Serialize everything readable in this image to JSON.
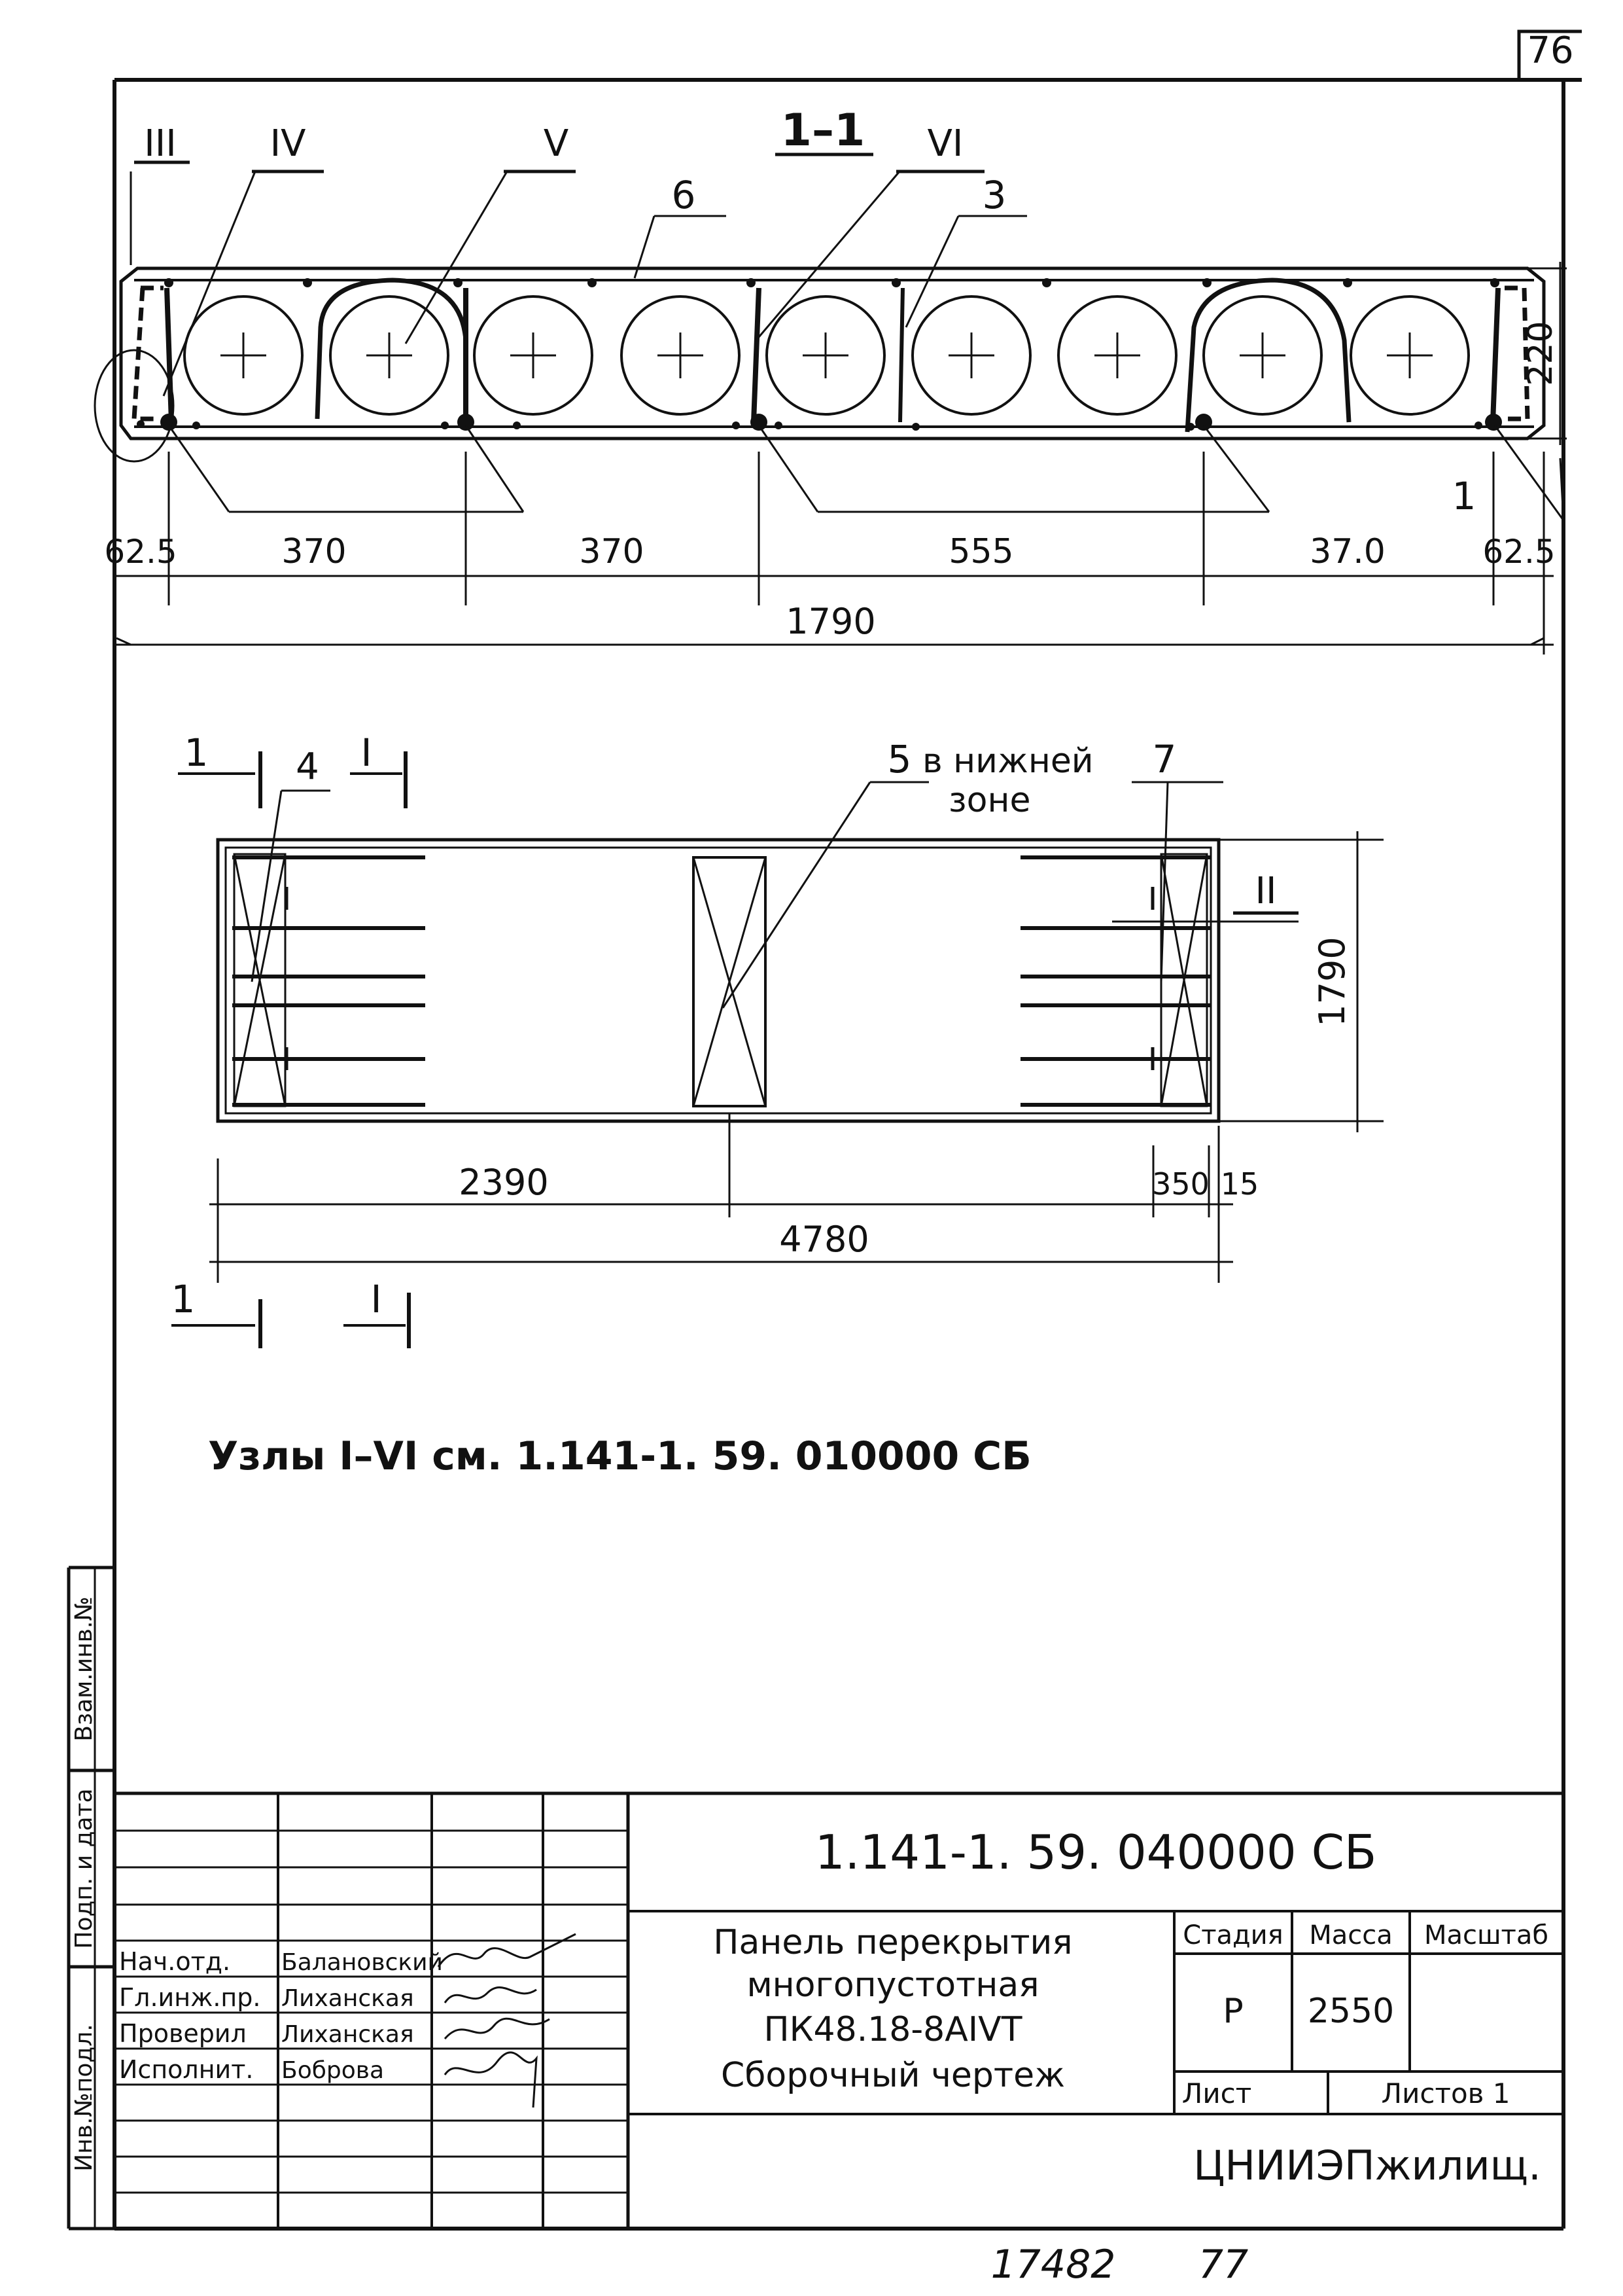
{
  "sheet_corner": "76",
  "section": {
    "title": "1–1",
    "callouts": [
      "III",
      "IV",
      "V",
      "VI",
      "6",
      "3",
      "1"
    ],
    "height_dim": "220",
    "dims": [
      "62.5",
      "370",
      "370",
      "555",
      "37.0",
      "62.5"
    ],
    "total_dim": "1790"
  },
  "plan": {
    "cut_1": "1",
    "cut_I": "I",
    "cut_II": "II",
    "callout_4": "4",
    "callout_5": "5",
    "callout_5_note_1": "в нижней",
    "callout_5_note_2": "зоне",
    "callout_7": "7",
    "width_dim": "1790",
    "dim_2390": "2390",
    "dim_350": "350",
    "dim_15": "15",
    "dim_4780": "4780"
  },
  "note": "Узлы I–VI см. 1.141-1. 59. 010000 СБ",
  "side_labels": [
    "Взам.инв.№",
    "Подп. и дата",
    "Инв.№подл."
  ],
  "title_block": {
    "code": "1.141-1. 59. 040000 СБ",
    "name_lines": [
      "Панель перекрытия",
      "многопустотная",
      "ПК48.18-8АIVТ",
      "Сборочный чертеж"
    ],
    "stage_label": "Стадия",
    "mass_label": "Масса",
    "scale_label": "Масштаб",
    "stage": "Р",
    "mass": "2550",
    "sheet_label": "Лист",
    "sheets_label": "Листов 1",
    "org": "ЦНИИЭПжилищ.",
    "roles": [
      {
        "role": "Нач.отд.",
        "name": "Балановский"
      },
      {
        "role": "Гл.инж.пр.",
        "name": "Лиханская"
      },
      {
        "role": "Проверил",
        "name": "Лиханская"
      },
      {
        "role": "Исполнит.",
        "name": "Боброва"
      }
    ]
  },
  "footer_number": "17482",
  "footer_page": "77"
}
